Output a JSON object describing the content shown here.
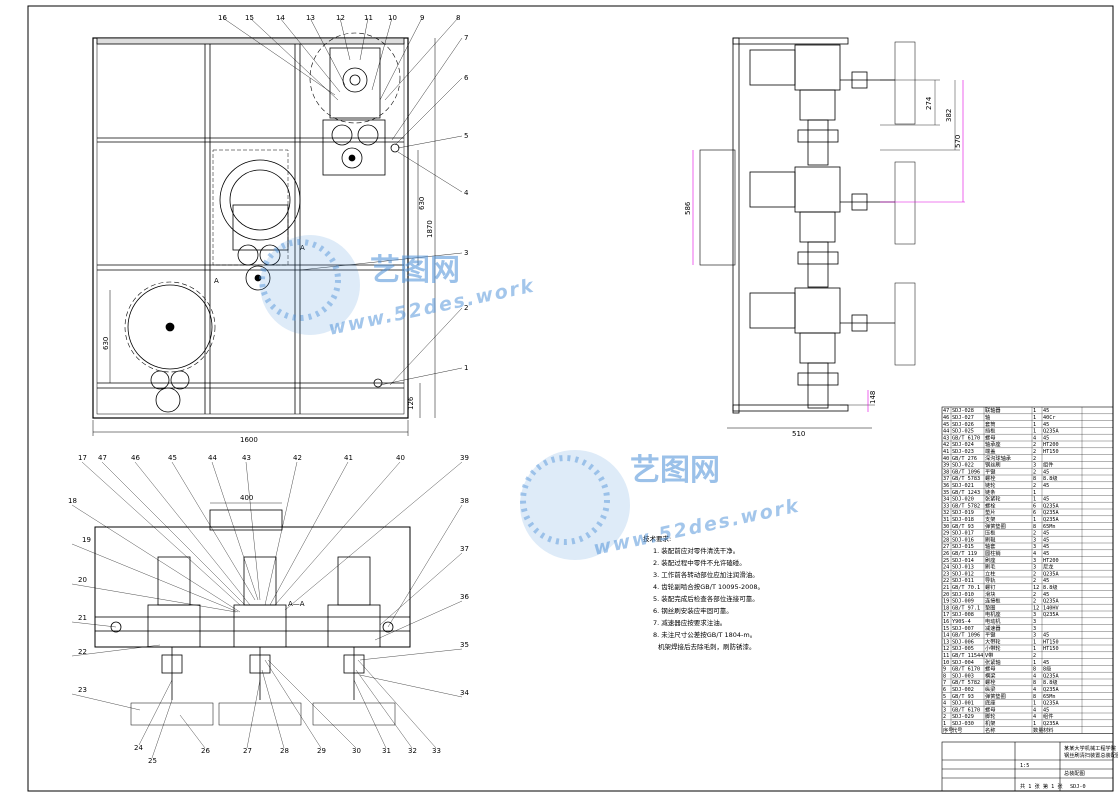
{
  "colors": {
    "line": "#000000",
    "dimension_accent": "#e000e0",
    "watermark": "#4a8fd8",
    "dim_green": "#00a000"
  },
  "watermarks": [
    {
      "cn": "艺图网",
      "url": "www.52des.work"
    },
    {
      "cn": "艺图网",
      "url": "www.52des.work"
    }
  ],
  "front_view": {
    "dims": {
      "width": "1600",
      "height_total": "1870",
      "height_mid": "630",
      "height_low": "630",
      "base": "126"
    },
    "section_marks": [
      "A",
      "A"
    ],
    "balloons": [
      "16",
      "15",
      "14",
      "13",
      "12",
      "11",
      "10",
      "9",
      "8",
      "7",
      "6",
      "5",
      "4",
      "3",
      "2",
      "1"
    ]
  },
  "side_view": {
    "dims": {
      "d274": "274",
      "d382": "382",
      "d570": "570",
      "d586": "586",
      "base": "510",
      "foot": "148"
    }
  },
  "section_view": {
    "title": "A—A",
    "dims": {
      "top": "400"
    },
    "balloons_top": [
      "17",
      "47",
      "46",
      "45",
      "44",
      "43",
      "42",
      "41",
      "40",
      "39"
    ],
    "balloons_left": [
      "18",
      "19",
      "20",
      "21",
      "22",
      "23"
    ],
    "balloons_right": [
      "38",
      "37",
      "36",
      "35",
      "34"
    ],
    "balloons_bottom": [
      "24",
      "25",
      "26",
      "27",
      "28",
      "29",
      "30",
      "31",
      "32",
      "33"
    ]
  },
  "notes": {
    "heading": "技术要求:",
    "items": [
      "1. 装配前应对零件清洗干净。",
      "2. 装配过程中零件不允许磕碰。",
      "3. 工作前各转动部位应加注润滑油。",
      "4. 齿轮副啮合按GB/T 10095-2008。",
      "5. 装配完成后检查各部位连接可靠。",
      "6. 钢丝刷安装应牢固可靠。",
      "7. 减速器应按要求注油。",
      "8. 未注尺寸公差按GB/T 1804-m。",
      "机架焊接后去除毛刺，刷防锈漆。"
    ]
  },
  "bom": {
    "rows": [
      [
        "47",
        "SDJ-028",
        "联轴器",
        "1",
        "45"
      ],
      [
        "46",
        "SDJ-027",
        "轴",
        "1",
        "40Cr"
      ],
      [
        "45",
        "SDJ-026",
        "套筒",
        "1",
        "45"
      ],
      [
        "44",
        "SDJ-025",
        "挡板",
        "1",
        "Q235A"
      ],
      [
        "43",
        "GB/T 6170",
        "螺母",
        "4",
        "45"
      ],
      [
        "42",
        "SDJ-024",
        "轴承座",
        "2",
        "HT200"
      ],
      [
        "41",
        "SDJ-023",
        "端盖",
        "2",
        "HT150"
      ],
      [
        "40",
        "GB/T 276",
        "深沟球轴承",
        "2",
        ""
      ],
      [
        "39",
        "SDJ-022",
        "钢丝刷",
        "3",
        "组件"
      ],
      [
        "38",
        "GB/T 1096",
        "平键",
        "2",
        "45"
      ],
      [
        "37",
        "GB/T 5783",
        "螺栓",
        "8",
        "8.8级"
      ],
      [
        "36",
        "SDJ-021",
        "链轮",
        "2",
        "45"
      ],
      [
        "35",
        "GB/T 1243",
        "链条",
        "1",
        ""
      ],
      [
        "34",
        "SDJ-020",
        "张紧轮",
        "1",
        "45"
      ],
      [
        "33",
        "GB/T 5782",
        "螺栓",
        "6",
        "Q235A"
      ],
      [
        "32",
        "SDJ-019",
        "垫片",
        "6",
        "Q235A"
      ],
      [
        "31",
        "SDJ-018",
        "支架",
        "1",
        "Q235A"
      ],
      [
        "30",
        "GB/T 93",
        "弹簧垫圈",
        "8",
        "65Mn"
      ],
      [
        "29",
        "SDJ-017",
        "压板",
        "2",
        "45"
      ],
      [
        "28",
        "SDJ-016",
        "刷辊",
        "3",
        "45"
      ],
      [
        "27",
        "SDJ-015",
        "轴套",
        "3",
        "45"
      ],
      [
        "26",
        "GB/T 119",
        "圆柱销",
        "4",
        "45"
      ],
      [
        "25",
        "SDJ-014",
        "刷座",
        "3",
        "HT200"
      ],
      [
        "24",
        "SDJ-013",
        "刷毛",
        "3",
        "尼龙"
      ],
      [
        "23",
        "SDJ-012",
        "立柱",
        "2",
        "Q235A"
      ],
      [
        "22",
        "SDJ-011",
        "导轨",
        "2",
        "45"
      ],
      [
        "21",
        "GB/T 70.1",
        "螺钉",
        "12",
        "8.8级"
      ],
      [
        "20",
        "SDJ-010",
        "滑块",
        "2",
        "45"
      ],
      [
        "19",
        "SDJ-009",
        "连接板",
        "2",
        "Q235A"
      ],
      [
        "18",
        "GB/T 97.1",
        "垫圈",
        "12",
        "140HV"
      ],
      [
        "17",
        "SDJ-008",
        "电机座",
        "3",
        "Q235A"
      ],
      [
        "16",
        "Y90S-4",
        "电动机",
        "3",
        ""
      ],
      [
        "15",
        "SDJ-007",
        "减速器",
        "3",
        ""
      ],
      [
        "14",
        "GB/T 1096",
        "平键",
        "3",
        "45"
      ],
      [
        "13",
        "SDJ-006",
        "大带轮",
        "1",
        "HT150"
      ],
      [
        "12",
        "SDJ-005",
        "小带轮",
        "1",
        "HT150"
      ],
      [
        "11",
        "GB/T 11544",
        "V带",
        "2",
        ""
      ],
      [
        "10",
        "SDJ-004",
        "张紧轴",
        "1",
        "45"
      ],
      [
        "9",
        "GB/T 6170",
        "螺母",
        "8",
        "8级"
      ],
      [
        "8",
        "SDJ-003",
        "横梁",
        "4",
        "Q235A"
      ],
      [
        "7",
        "GB/T 5782",
        "螺栓",
        "8",
        "8.8级"
      ],
      [
        "6",
        "SDJ-002",
        "纵梁",
        "4",
        "Q235A"
      ],
      [
        "5",
        "GB/T 93",
        "弹簧垫圈",
        "8",
        "65Mn"
      ],
      [
        "4",
        "SDJ-001",
        "底座",
        "1",
        "Q235A"
      ],
      [
        "3",
        "GB/T 6170",
        "螺母",
        "4",
        "45"
      ],
      [
        "2",
        "SDJ-029",
        "脚轮",
        "4",
        "组件"
      ],
      [
        "1",
        "SDJ-030",
        "机架",
        "1",
        "Q235A"
      ]
    ],
    "header": [
      "序号",
      "代号",
      "名称",
      "数量",
      "材料"
    ]
  },
  "title_block": {
    "drawing_title": "钢丝刷清扫装置总装配图",
    "company": "某某大学机械工程学院",
    "drawing_no": "SDJ-0",
    "scale": "1:5",
    "sheet": "共 1 张 第 1 张",
    "sub_label": "总装配图"
  }
}
